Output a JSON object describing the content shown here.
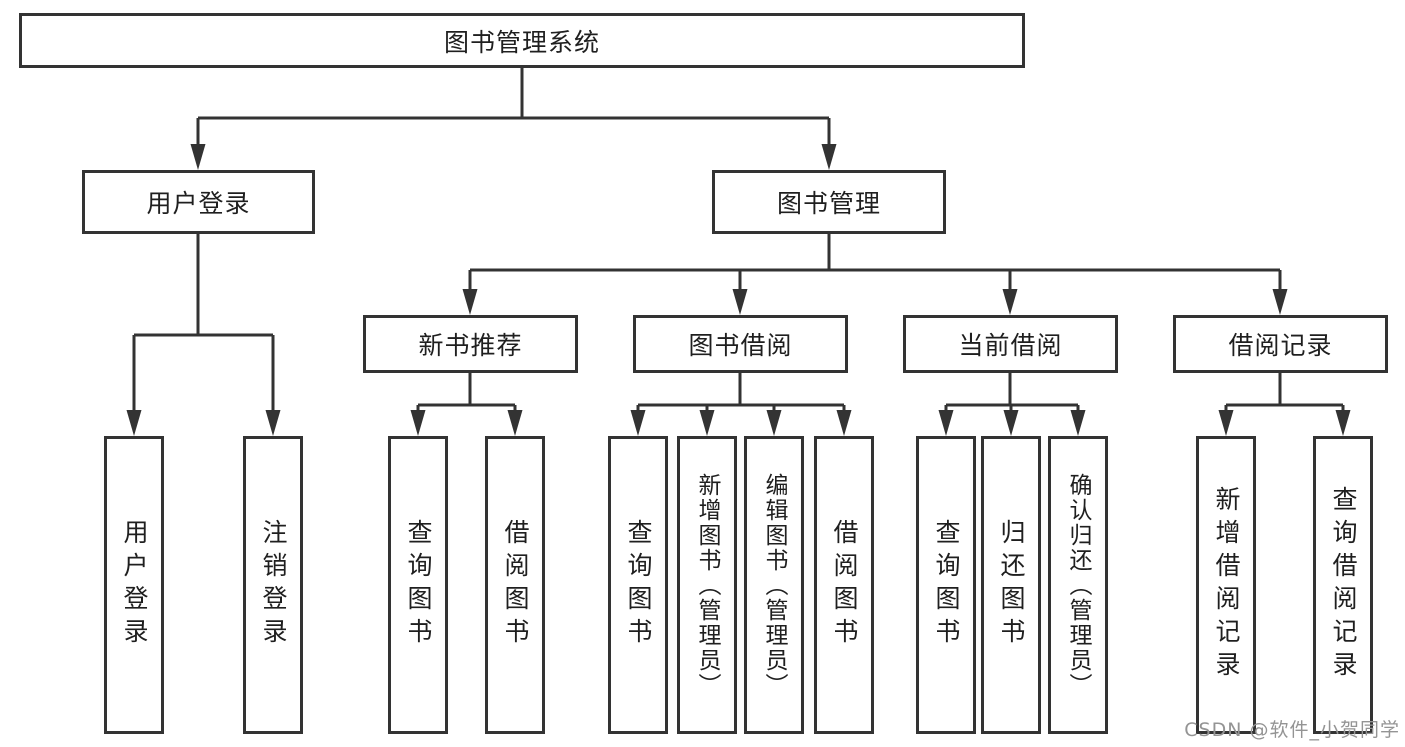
{
  "diagram": {
    "root": {
      "label": "图书管理系统"
    },
    "level1": [
      {
        "label": "用户登录",
        "parent": "图书管理系统"
      },
      {
        "label": "图书管理",
        "parent": "图书管理系统"
      }
    ],
    "level2": [
      {
        "label": "新书推荐",
        "parent": "图书管理"
      },
      {
        "label": "图书借阅",
        "parent": "图书管理"
      },
      {
        "label": "当前借阅",
        "parent": "图书管理"
      },
      {
        "label": "借阅记录",
        "parent": "图书管理"
      }
    ],
    "leaves": [
      {
        "label": "用户登录",
        "parent": "用户登录"
      },
      {
        "label": "注销登录",
        "parent": "用户登录"
      },
      {
        "label": "查询图书",
        "parent": "新书推荐"
      },
      {
        "label": "借阅图书",
        "parent": "新书推荐"
      },
      {
        "label": "查询图书",
        "parent": "图书借阅"
      },
      {
        "label": "新增图书（管理员）",
        "parent": "图书借阅"
      },
      {
        "label": "编辑图书（管理员）",
        "parent": "图书借阅"
      },
      {
        "label": "借阅图书",
        "parent": "图书借阅"
      },
      {
        "label": "查询图书",
        "parent": "当前借阅"
      },
      {
        "label": "归还图书",
        "parent": "当前借阅"
      },
      {
        "label": "确认归还（管理员）",
        "parent": "当前借阅"
      },
      {
        "label": "新增借阅记录",
        "parent": "借阅记录"
      },
      {
        "label": "查询借阅记录",
        "parent": "借阅记录"
      }
    ]
  },
  "watermark": {
    "text": "CSDN @软件_小贺同学"
  },
  "colors": {
    "line": "#333333",
    "box_border": "#333333",
    "text": "#1f1f1f",
    "watermark": "#949494",
    "background": "#ffffff"
  }
}
